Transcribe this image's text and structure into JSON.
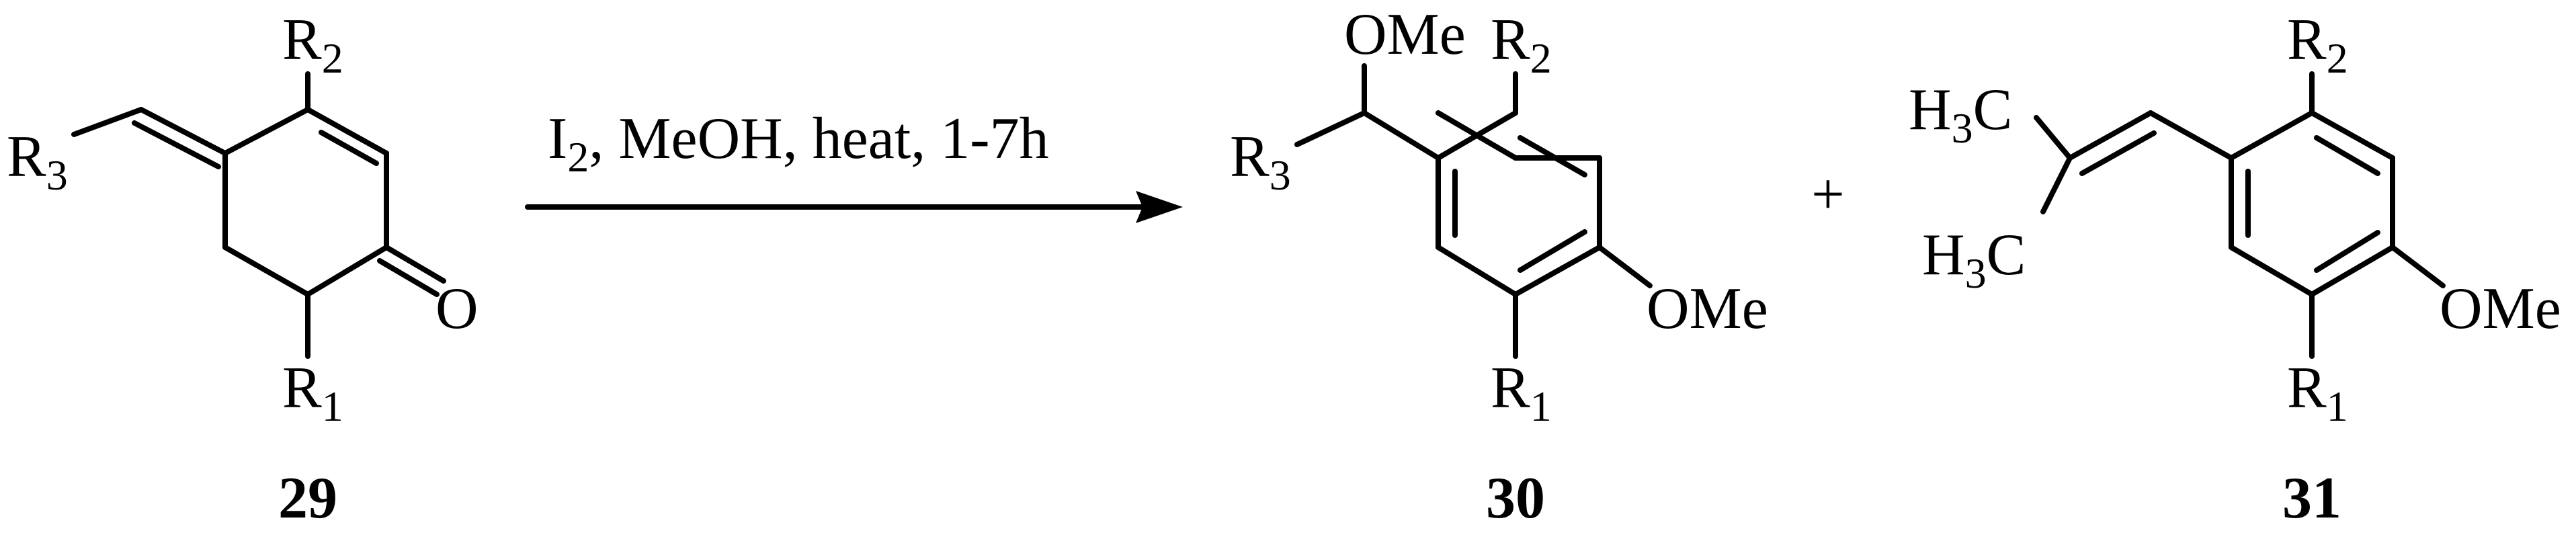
{
  "reaction": {
    "conditions": {
      "reagent_main": "I",
      "reagent_sub": "2",
      "reagent_rest": ", MeOH, heat, 1-7h"
    },
    "plus": "+"
  },
  "compound_29": {
    "label": "29",
    "r1_main": "R",
    "r1_sub": "1",
    "r2_main": "R",
    "r2_sub": "2",
    "r3_main": "R",
    "r3_sub": "3",
    "carbonyl_o": "O"
  },
  "compound_30": {
    "label": "30",
    "ome_top": "OMe",
    "ome_ring": "OMe",
    "r1_main": "R",
    "r1_sub": "1",
    "r2_main": "R",
    "r2_sub": "2",
    "r3_main": "R",
    "r3_sub": "3"
  },
  "compound_31": {
    "label": "31",
    "h3c_top_h": "H",
    "h3c_top_sub": "3",
    "h3c_top_c": "C",
    "h3c_bot_h": "H",
    "h3c_bot_sub": "3",
    "h3c_bot_c": "C",
    "ome_ring": "OMe",
    "r1_main": "R",
    "r1_sub": "1",
    "r2_main": "R",
    "r2_sub": "2"
  }
}
